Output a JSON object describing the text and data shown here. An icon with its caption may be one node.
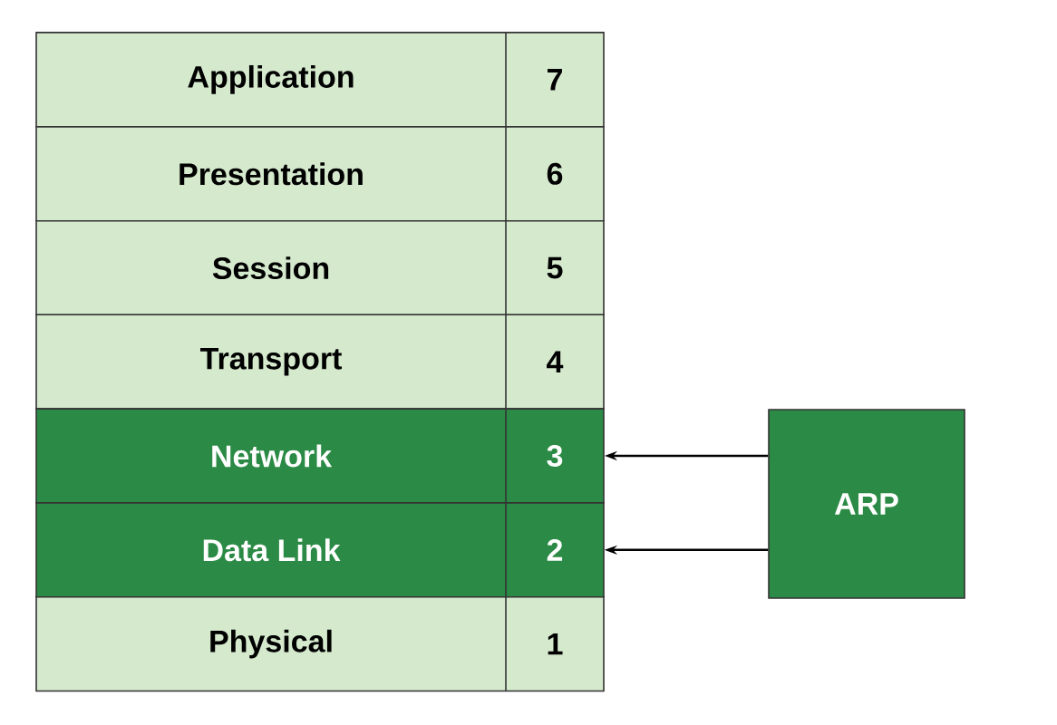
{
  "diagram": {
    "nodes": [
      {
        "text": [
          "Application",
          "7"
        ]
      },
      {
        "text": [
          "Presentation",
          "6"
        ]
      },
      {
        "text": [
          "Session",
          "5"
        ]
      },
      {
        "text": [
          "Transport",
          "4"
        ]
      },
      {
        "text": [
          "Network",
          "3"
        ]
      },
      {
        "text": [
          "Data Link",
          "2"
        ]
      },
      {
        "text": [
          "Physical",
          "1"
        ]
      },
      {
        "text": [
          "ARP"
        ]
      }
    ],
    "edges": [
      {
        "from": 7,
        "to": 4,
        "arrow": "to"
      },
      {
        "from": 7,
        "to": 5,
        "arrow": "to"
      }
    ]
  }
}
